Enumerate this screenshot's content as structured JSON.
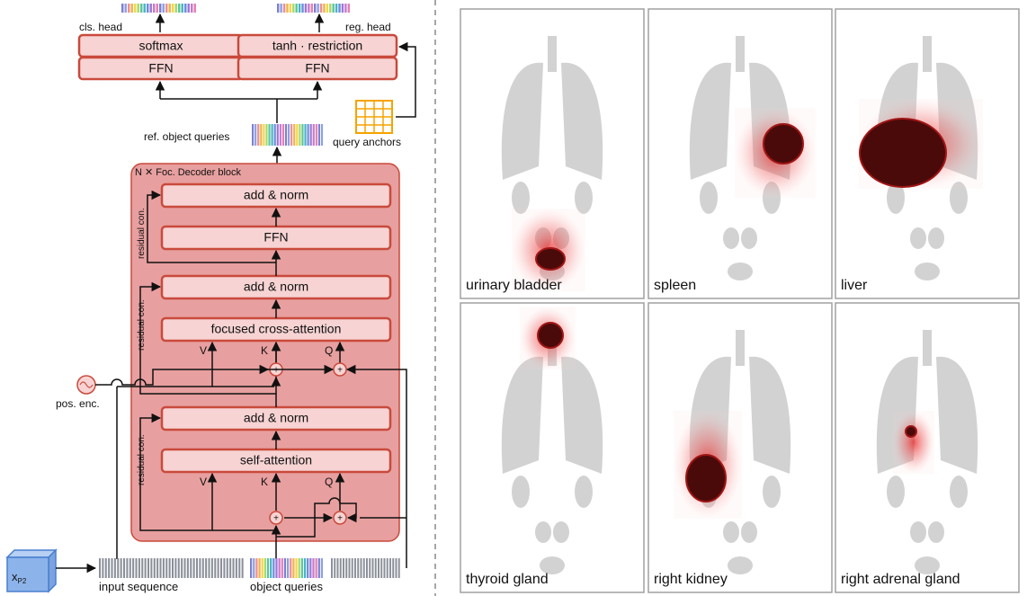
{
  "architecture": {
    "heads": {
      "cls": {
        "title": "cls. head",
        "top": "softmax",
        "bottom": "FFN"
      },
      "reg": {
        "title": "reg. head",
        "top": "tanh · restriction",
        "bottom": "FFN"
      }
    },
    "ref_object_queries": "ref. object queries",
    "query_anchors": "query anchors",
    "decoder_block_title": "N ✕ Foc. Decoder block",
    "blocks": {
      "add_norm_3": "add & norm",
      "ffn": "FFN",
      "add_norm_2": "add & norm",
      "cross_attention": "focused cross-attention",
      "add_norm_1": "add & norm",
      "self_attention": "self-attention"
    },
    "residual_label": "residual con.",
    "vkq": {
      "v": "V",
      "k": "K",
      "q": "Q"
    },
    "plus": "+",
    "pos_enc": "pos. enc.",
    "input_node": {
      "main": "x",
      "sub": "P2"
    },
    "input_sequence": "input sequence",
    "object_queries": "object queries",
    "colors": {
      "block_fill": "#e89f9f",
      "block_stroke": "#c94a3c",
      "inner_fill": "#f7d3d3",
      "anchor_orange": "#f5a300",
      "input_blue": "#8db4ea"
    }
  },
  "attention_panels": [
    {
      "label": "urinary bladder"
    },
    {
      "label": "spleen"
    },
    {
      "label": "liver"
    },
    {
      "label": "thyroid gland"
    },
    {
      "label": "right kidney"
    },
    {
      "label": "right adrenal gland"
    }
  ]
}
